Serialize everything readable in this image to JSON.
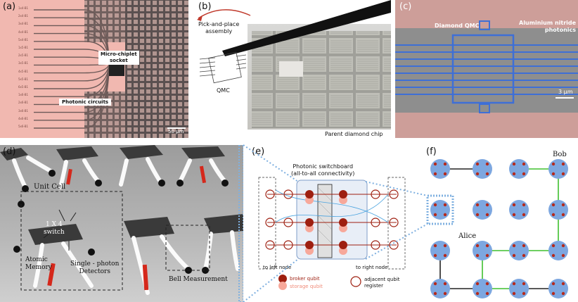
{
  "panels": {
    "a": {
      "label": "(a)",
      "socket_label_line1": "Micro-chiplet",
      "socket_label_line2": "socket",
      "photonic_label": "Photonic circuits",
      "scalebar": "50 μm",
      "channel_labels": [
        "1x4-B1",
        "2x4-B1",
        "3x4-B1",
        "4x4-B1",
        "5x4-B1",
        "1x5-B1",
        "2x5-B1",
        "3x5-B1",
        "4x5-B1",
        "5x5-B1",
        "6x5-B1",
        "1x6-B1",
        "2x6-B1",
        "3x6-B1",
        "4x6-B1",
        "5x6-B1"
      ]
    },
    "b": {
      "label": "(b)",
      "pickplace_line1": "Pick-and-place",
      "pickplace_line2": "assembly",
      "qmc_label": "QMC",
      "chip_label": "Parent diamond chip"
    },
    "c": {
      "label": "(c)",
      "diamond_qmc": "Diamond QMC",
      "aln_line1": "Aluminium nitride",
      "aln_line2": "photonics",
      "scalebar": "3 μm"
    },
    "d": {
      "label": "(d)",
      "unit_cell": "Unit Cell",
      "switch_line1": "1 X 4",
      "switch_line2": "switch",
      "atomic_line1": "Atomic",
      "atomic_line2": "Memory",
      "spd_line1": "Single - photon",
      "spd_line2": "Detectors",
      "bell": "Bell Measurement"
    },
    "e": {
      "label": "(e)",
      "switchboard_line1": "Photonic switchboard",
      "switchboard_line2": "(all-to-all connectivity)",
      "left_node": "to left node",
      "right_node": "to right node",
      "broker": "broker qubit",
      "storage": "storage qubit",
      "adjacent_line1": "adjacent qubit",
      "adjacent_line2": "register"
    },
    "f": {
      "label": "(f)",
      "bob": "Bob",
      "alice": "Alice"
    }
  },
  "colors": {
    "pink": "#f2b6b0",
    "blue_dotted": "#7fb0e0",
    "red_dot": "#b52a1d",
    "node_blue": "#7da7e0",
    "green_link": "#3fbf2f",
    "broker": "#9e1f10",
    "storage": "#f7a89a"
  }
}
